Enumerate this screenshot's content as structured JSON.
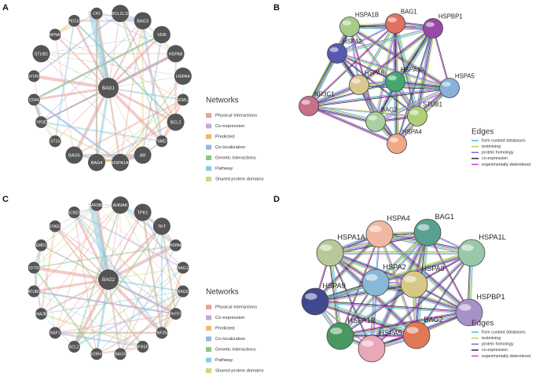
{
  "panels": [
    {
      "letter": "A",
      "type": "genemania",
      "center": "BAG1",
      "nodes": [
        {
          "label": "BCL2L11",
          "big": true
        },
        {
          "label": "BAG3",
          "big": true
        },
        {
          "label": "VDR",
          "big": true
        },
        {
          "label": "HSPA8",
          "big": true
        },
        {
          "label": "HSPA4",
          "big": true
        },
        {
          "label": "SCML2",
          "big": false
        },
        {
          "label": "BCL2",
          "big": true
        },
        {
          "label": "PSMD1",
          "big": false
        },
        {
          "label": "AR",
          "big": true
        },
        {
          "label": "HSPA1A",
          "big": true
        },
        {
          "label": "BAG4",
          "big": true
        },
        {
          "label": "BAG5",
          "big": true
        },
        {
          "label": "ST13",
          "big": false
        },
        {
          "label": "CYP2E1",
          "big": false
        },
        {
          "label": "CD44",
          "big": false
        },
        {
          "label": "SYVN1",
          "big": false
        },
        {
          "label": "STUB1",
          "big": true
        },
        {
          "label": "GNPNAT1",
          "big": false
        },
        {
          "label": "PEG10",
          "big": false
        },
        {
          "label": "CP2",
          "big": false
        }
      ],
      "legend_title": "Networks",
      "legend": [
        {
          "label": "Physical Interactions",
          "color": "#e8a0a0"
        },
        {
          "label": "Co-expression",
          "color": "#c4a8d8"
        },
        {
          "label": "Predicted",
          "color": "#f0b878"
        },
        {
          "label": "Co-localization",
          "color": "#9ab4de"
        },
        {
          "label": "Genetic Interactions",
          "color": "#88c888"
        },
        {
          "label": "Pathway",
          "color": "#88cce0"
        },
        {
          "label": "Shared protein domains",
          "color": "#d8d088"
        }
      ]
    },
    {
      "letter": "B",
      "type": "string",
      "nodes": [
        {
          "label": "HSPA1B",
          "color": "#a8cc88"
        },
        {
          "label": "BAG1",
          "color": "#e07060"
        },
        {
          "label": "HSPBP1",
          "color": "#9848a8"
        },
        {
          "label": "HSPA2",
          "color": "#5858b0"
        },
        {
          "label": "HSPA8",
          "color": "#d8c890"
        },
        {
          "label": "HSPA1A",
          "color": "#40a870"
        },
        {
          "label": "HSPA5",
          "color": "#88b0d8"
        },
        {
          "label": "NR3C1",
          "color": "#c87088"
        },
        {
          "label": "BAG2",
          "color": "#a8d0a0"
        },
        {
          "label": "STUB1",
          "color": "#b0d078"
        },
        {
          "label": "HSPA4",
          "color": "#f0a888"
        }
      ],
      "legend_title": "Edges",
      "legend": [
        {
          "label": "from curated databases",
          "color": "#30c0d0"
        },
        {
          "label": "textmining",
          "color": "#b8d038"
        },
        {
          "label": "protein homology",
          "color": "#6868d8"
        },
        {
          "label": "co-expression",
          "color": "#202020"
        },
        {
          "label": "experimentally determined",
          "color": "#c838c8"
        }
      ]
    },
    {
      "letter": "C",
      "type": "genemania",
      "center": "BAG2",
      "nodes": [
        {
          "label": "AHNAK",
          "big": true
        },
        {
          "label": "TPK1",
          "big": true
        },
        {
          "label": "TKT",
          "big": true
        },
        {
          "label": "HSPA8",
          "big": false
        },
        {
          "label": "BAG1",
          "big": false
        },
        {
          "label": "BAG5",
          "big": false
        },
        {
          "label": "PHTF1",
          "big": false
        },
        {
          "label": "ZNF254",
          "big": false
        },
        {
          "label": "TNFRSF10",
          "big": false
        },
        {
          "label": "BAG3",
          "big": false
        },
        {
          "label": "SORH1",
          "big": false
        },
        {
          "label": "BCL2",
          "big": false
        },
        {
          "label": "RAF1",
          "big": false
        },
        {
          "label": "SNAJB2",
          "big": false
        },
        {
          "label": "ATUB1",
          "big": false
        },
        {
          "label": "CFTR",
          "big": false
        },
        {
          "label": "EMD1",
          "big": false
        },
        {
          "label": "STAG2",
          "big": false
        },
        {
          "label": "SCND1",
          "big": false
        },
        {
          "label": "FAR3BP",
          "big": false
        }
      ],
      "legend_title": "Networks",
      "legend": [
        {
          "label": "Physical Interactions",
          "color": "#e8a0a0"
        },
        {
          "label": "Co-expression",
          "color": "#c4a8d8"
        },
        {
          "label": "Predicted",
          "color": "#f0b878"
        },
        {
          "label": "Co-localization",
          "color": "#9ab4de"
        },
        {
          "label": "Genetic Interactions",
          "color": "#88c888"
        },
        {
          "label": "Pathway",
          "color": "#88cce0"
        },
        {
          "label": "Shared protein domains",
          "color": "#d8d088"
        }
      ]
    },
    {
      "letter": "D",
      "type": "string",
      "nodes": [
        {
          "label": "HSPA4",
          "color": "#f0b8a0"
        },
        {
          "label": "BAG1",
          "color": "#58a090"
        },
        {
          "label": "HSPA1A",
          "color": "#b8c898"
        },
        {
          "label": "HSPA1L",
          "color": "#98c8a8"
        },
        {
          "label": "HSPA2",
          "color": "#88b8d8"
        },
        {
          "label": "HSPA8",
          "color": "#d8c888"
        },
        {
          "label": "HSPA9",
          "color": "#404890"
        },
        {
          "label": "HSPBP1",
          "color": "#a890c8"
        },
        {
          "label": "HSPA1B",
          "color": "#489860"
        },
        {
          "label": "BAG2",
          "color": "#e07858"
        },
        {
          "label": "HSPA5",
          "color": "#e8a8b8"
        }
      ],
      "legend_title": "Edges",
      "legend": [
        {
          "label": "from curated databases",
          "color": "#30c0d0"
        },
        {
          "label": "textmining",
          "color": "#b8d038"
        },
        {
          "label": "protein homology",
          "color": "#6868d8"
        },
        {
          "label": "co-expression",
          "color": "#202020"
        },
        {
          "label": "experimentally determined",
          "color": "#c838c8"
        }
      ]
    }
  ]
}
